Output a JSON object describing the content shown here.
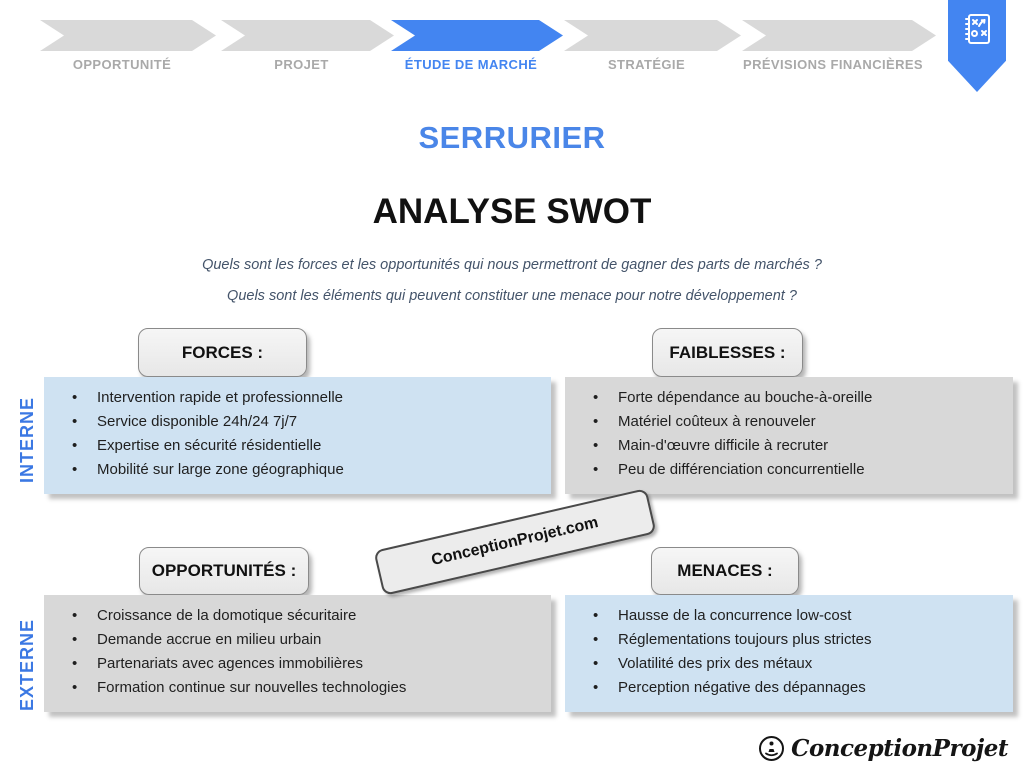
{
  "nav": {
    "steps": [
      {
        "label": "OPPORTUNITÉ",
        "state": "inactive"
      },
      {
        "label": "PROJET",
        "state": "inactive"
      },
      {
        "label": "ÉTUDE DE MARCHÉ",
        "state": "active"
      },
      {
        "label": "STRATÉGIE",
        "state": "inactive"
      },
      {
        "label": "PRÉVISIONS FINANCIÈRES",
        "state": "inactive"
      }
    ]
  },
  "header": {
    "business": "SERRURIER",
    "title": "ANALYSE SWOT"
  },
  "intro_questions": {
    "q1": "Quels sont les forces et les opportunités qui nous permettront de gagner des parts de marchés ?",
    "q2": "Quels sont les éléments qui peuvent constituer une menace pour notre développement ?"
  },
  "matrix": {
    "row_labels": {
      "internal": "INTERNE",
      "external": "EXTERNE"
    },
    "quadrants": {
      "forces": {
        "label": "FORCES :",
        "items": [
          "Intervention rapide et professionnelle",
          "Service disponible 24h/24 7j/7",
          "Expertise en sécurité résidentielle",
          "Mobilité sur large zone géographique"
        ]
      },
      "faiblesses": {
        "label": "FAIBLESSES :",
        "items": [
          "Forte dépendance au bouche-à-oreille",
          "Matériel coûteux à renouveler",
          "Main-d'œuvre difficile à recruter",
          "Peu de différenciation concurrentielle"
        ]
      },
      "opportunites": {
        "label": "OPPORTUNITÉS :",
        "items": [
          "Croissance de la domotique sécuritaire",
          "Demande accrue en milieu urbain",
          "Partenariats avec agences immobilières",
          "Formation continue sur nouvelles technologies"
        ]
      },
      "menaces": {
        "label": "MENACES :",
        "items": [
          "Hausse de la concurrence low-cost",
          "Réglementations toujours plus strictes",
          "Volatilité des prix des métaux",
          "Perception négative des dépannages"
        ]
      }
    }
  },
  "watermark": {
    "text": "ConceptionProjet.com"
  },
  "footer": {
    "brand": "ConceptionProjet"
  },
  "colors": {
    "accent_blue": "#4385f1",
    "title_blue": "#4a86e8",
    "axis_blue": "#3b78e3",
    "panel_blue": "#cfe2f2",
    "panel_gray": "#d8d8d8",
    "arrow_gray": "#d9d9d9",
    "nav_label_gray": "#a9a9a9"
  }
}
